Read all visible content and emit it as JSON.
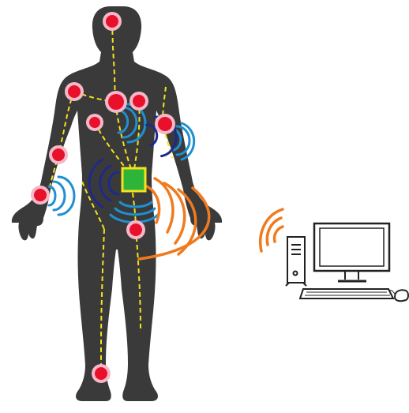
{
  "diagram": {
    "colors": {
      "body": "#3a3a3a",
      "sensor_ring": "#f5b8c8",
      "sensor_core": "#e8102a",
      "wire": "#f3e21c",
      "hub_fill": "#2fb43a",
      "hub_border": "#f3e21c",
      "wave_blue": "#1f8fd0",
      "wave_navy": "#1e2a8a",
      "wave_orange": "#f07a1e",
      "computer_line": "#222222"
    },
    "nodes": [
      {
        "id": "head-sensor",
        "kind": "sensor"
      },
      {
        "id": "right-shoulder-sensor",
        "kind": "sensor"
      },
      {
        "id": "chest-sensor",
        "kind": "sensor"
      },
      {
        "id": "left-chest-sensor",
        "kind": "sensor"
      },
      {
        "id": "sternum-sensor",
        "kind": "sensor"
      },
      {
        "id": "left-upper-arm-sensor",
        "kind": "sensor"
      },
      {
        "id": "right-elbow-sensor",
        "kind": "sensor"
      },
      {
        "id": "right-wrist-sensor",
        "kind": "sensor"
      },
      {
        "id": "hip-sensor",
        "kind": "sensor"
      },
      {
        "id": "ankle-sensor",
        "kind": "sensor"
      },
      {
        "id": "body-hub",
        "kind": "hub"
      },
      {
        "id": "desktop-computer",
        "kind": "computer"
      }
    ]
  }
}
